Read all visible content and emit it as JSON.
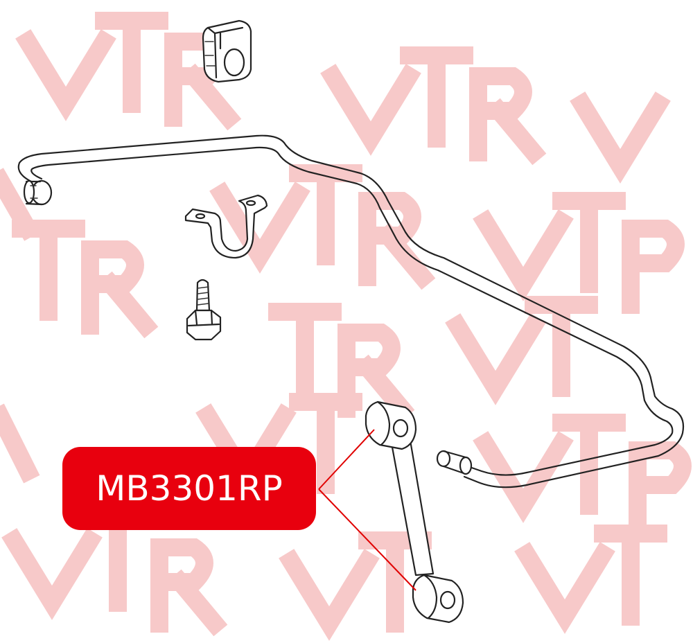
{
  "diagram": {
    "part_label": "MB3301RP",
    "watermark_text": "VTR",
    "colors": {
      "label_background": "#e8000e",
      "label_text": "#ffffff",
      "callout_lines": "#e00000",
      "watermark": "#f7c9c9",
      "line_art": "#222222"
    },
    "components": [
      "stabilizer-bushing",
      "stabilizer-bar",
      "bushing-bracket",
      "flange-bolt",
      "stabilizer-link"
    ]
  }
}
